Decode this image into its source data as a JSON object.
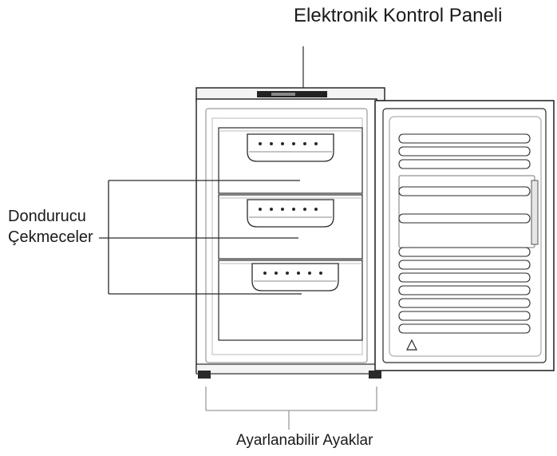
{
  "labels": {
    "control_panel": "Elektronik Kontrol Paneli",
    "drawers_line1": "Dondurucu",
    "drawers_line2": "Çekmeceler",
    "feet": "Ayarlanabilir Ayaklar"
  },
  "colors": {
    "outline": "#2a2a2a",
    "light_line": "#9a9a9a",
    "panel_display": "#222222"
  }
}
